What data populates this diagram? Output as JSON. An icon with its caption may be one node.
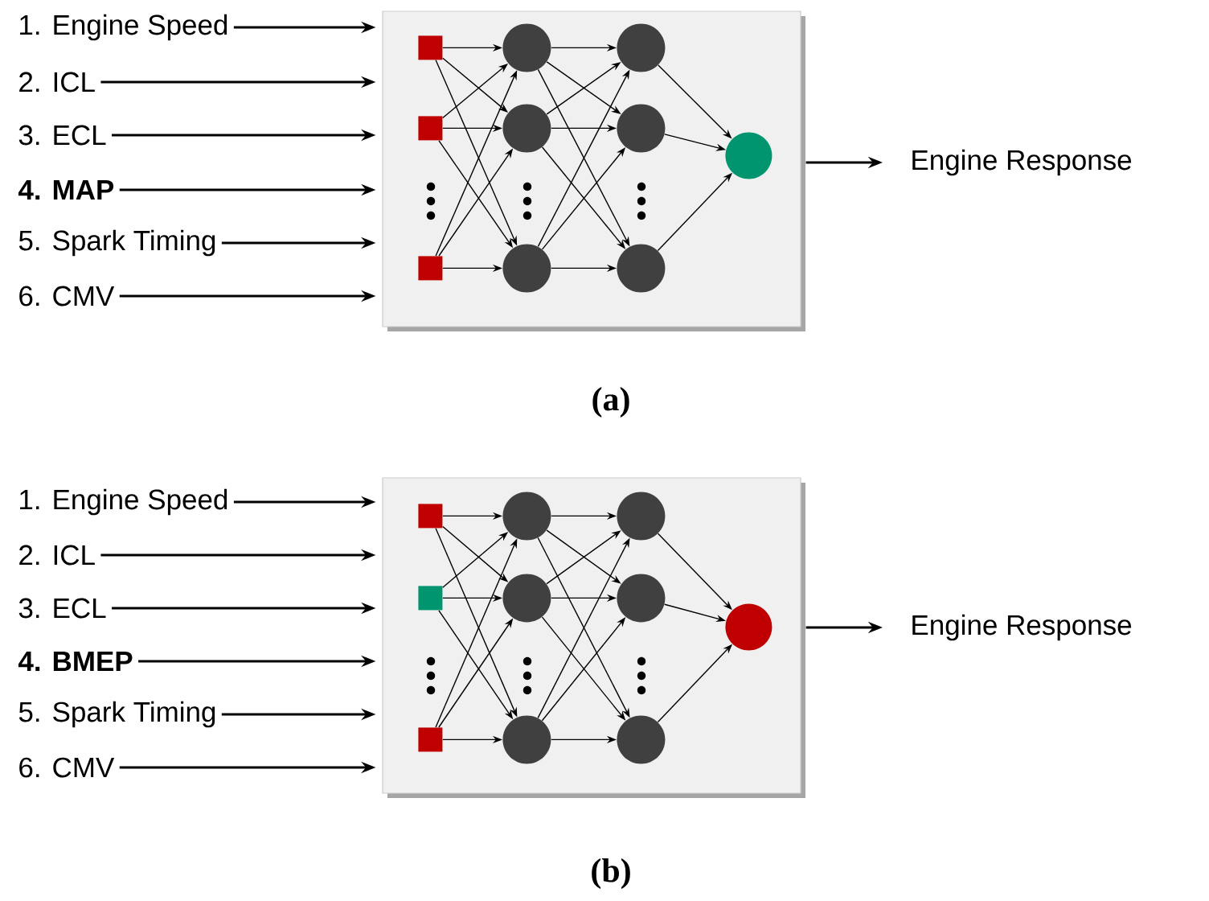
{
  "diagram": {
    "nodes": [
      {
        "text": [
          "1. Engine Speed"
        ]
      },
      {
        "text": [
          "2. ICL"
        ]
      },
      {
        "text": [
          "3. ECL"
        ]
      },
      {
        "text": [
          "4. MAP"
        ]
      },
      {
        "text": [
          "5. Spark Timing"
        ]
      },
      {
        "text": [
          "6. CMV"
        ]
      },
      {
        "text": [],
        "shape": "box"
      },
      {
        "text": [],
        "shape": "box",
        "in": 6
      },
      {
        "text": [],
        "shape": "box",
        "in": 6
      },
      {
        "text": [],
        "shape": "box",
        "in": 6
      },
      {
        "text": [],
        "shape": "circle",
        "in": 6
      },
      {
        "text": [],
        "shape": "circle",
        "in": 6
      },
      {
        "text": [],
        "shape": "circle",
        "in": 6
      },
      {
        "text": [],
        "shape": "circle",
        "in": 6
      },
      {
        "text": [],
        "shape": "circle",
        "in": 6
      },
      {
        "text": [],
        "shape": "circle",
        "in": 6
      },
      {
        "text": [],
        "shape": "circle",
        "in": 6
      },
      {
        "text": [
          "Engine Response"
        ]
      },
      {
        "text": [
          "1. Engine Speed"
        ]
      },
      {
        "text": [
          "2. ICL"
        ]
      },
      {
        "text": [
          "3. ECL"
        ]
      },
      {
        "text": [
          "4. BMEP"
        ]
      },
      {
        "text": [
          "5. Spark Timing"
        ]
      },
      {
        "text": [
          "6. CMV"
        ]
      },
      {
        "text": [],
        "shape": "box"
      },
      {
        "text": [],
        "shape": "box",
        "in": 24
      },
      {
        "text": [],
        "shape": "box",
        "in": 24
      },
      {
        "text": [],
        "shape": "box",
        "in": 24
      },
      {
        "text": [],
        "shape": "circle",
        "in": 24
      },
      {
        "text": [],
        "shape": "circle",
        "in": 24
      },
      {
        "text": [],
        "shape": "circle",
        "in": 24
      },
      {
        "text": [],
        "shape": "circle",
        "in": 24
      },
      {
        "text": [],
        "shape": "circle",
        "in": 24
      },
      {
        "text": [],
        "shape": "circle",
        "in": 24
      },
      {
        "text": [],
        "shape": "circle",
        "in": 24
      },
      {
        "text": [
          "Engine Response"
        ]
      }
    ],
    "edges": [
      {
        "from": 0,
        "to": 6,
        "arrow": "to"
      },
      {
        "from": 1,
        "to": 6,
        "arrow": "to"
      },
      {
        "from": 2,
        "to": 6,
        "arrow": "to"
      },
      {
        "from": 3,
        "to": 6,
        "arrow": "to"
      },
      {
        "from": 4,
        "to": 6,
        "arrow": "to"
      },
      {
        "from": 5,
        "to": 6,
        "arrow": "to"
      },
      {
        "from": 7,
        "to": 10,
        "arrow": "to"
      },
      {
        "from": 7,
        "to": 11,
        "arrow": "to"
      },
      {
        "from": 7,
        "to": 12,
        "arrow": "to"
      },
      {
        "from": 8,
        "to": 10,
        "arrow": "to"
      },
      {
        "from": 8,
        "to": 11,
        "arrow": "to"
      },
      {
        "from": 8,
        "to": 12,
        "arrow": "to"
      },
      {
        "from": 9,
        "to": 10,
        "arrow": "to"
      },
      {
        "from": 9,
        "to": 11,
        "arrow": "to"
      },
      {
        "from": 9,
        "to": 12,
        "arrow": "to"
      },
      {
        "from": 10,
        "to": 13,
        "arrow": "to"
      },
      {
        "from": 10,
        "to": 14,
        "arrow": "to"
      },
      {
        "from": 10,
        "to": 15,
        "arrow": "to"
      },
      {
        "from": 11,
        "to": 13,
        "arrow": "to"
      },
      {
        "from": 11,
        "to": 14,
        "arrow": "to"
      },
      {
        "from": 11,
        "to": 15,
        "arrow": "to"
      },
      {
        "from": 12,
        "to": 13,
        "arrow": "to"
      },
      {
        "from": 12,
        "to": 14,
        "arrow": "to"
      },
      {
        "from": 12,
        "to": 15,
        "arrow": "to"
      },
      {
        "from": 13,
        "to": 16,
        "arrow": "to"
      },
      {
        "from": 14,
        "to": 16,
        "arrow": "to"
      },
      {
        "from": 15,
        "to": 16,
        "arrow": "to"
      },
      {
        "from": 6,
        "to": 17,
        "arrow": "to"
      },
      {
        "from": 18,
        "to": 24,
        "arrow": "to"
      },
      {
        "from": 19,
        "to": 24,
        "arrow": "to"
      },
      {
        "from": 20,
        "to": 24,
        "arrow": "to"
      },
      {
        "from": 21,
        "to": 24,
        "arrow": "to"
      },
      {
        "from": 22,
        "to": 24,
        "arrow": "to"
      },
      {
        "from": 23,
        "to": 24,
        "arrow": "to"
      },
      {
        "from": 25,
        "to": 28,
        "arrow": "to"
      },
      {
        "from": 25,
        "to": 29,
        "arrow": "to"
      },
      {
        "from": 25,
        "to": 30,
        "arrow": "to"
      },
      {
        "from": 26,
        "to": 28,
        "arrow": "to"
      },
      {
        "from": 26,
        "to": 29,
        "arrow": "to"
      },
      {
        "from": 26,
        "to": 30,
        "arrow": "to"
      },
      {
        "from": 27,
        "to": 28,
        "arrow": "to"
      },
      {
        "from": 27,
        "to": 29,
        "arrow": "to"
      },
      {
        "from": 27,
        "to": 30,
        "arrow": "to"
      },
      {
        "from": 28,
        "to": 31,
        "arrow": "to"
      },
      {
        "from": 28,
        "to": 32,
        "arrow": "to"
      },
      {
        "from": 28,
        "to": 33,
        "arrow": "to"
      },
      {
        "from": 29,
        "to": 31,
        "arrow": "to"
      },
      {
        "from": 29,
        "to": 32,
        "arrow": "to"
      },
      {
        "from": 29,
        "to": 33,
        "arrow": "to"
      },
      {
        "from": 30,
        "to": 31,
        "arrow": "to"
      },
      {
        "from": 30,
        "to": 32,
        "arrow": "to"
      },
      {
        "from": 30,
        "to": 33,
        "arrow": "to"
      },
      {
        "from": 31,
        "to": 34,
        "arrow": "to"
      },
      {
        "from": 32,
        "to": 34,
        "arrow": "to"
      },
      {
        "from": 33,
        "to": 34,
        "arrow": "to"
      },
      {
        "from": 24,
        "to": 35,
        "arrow": "to"
      }
    ],
    "labels": [
      "(a)",
      "(b)"
    ]
  }
}
